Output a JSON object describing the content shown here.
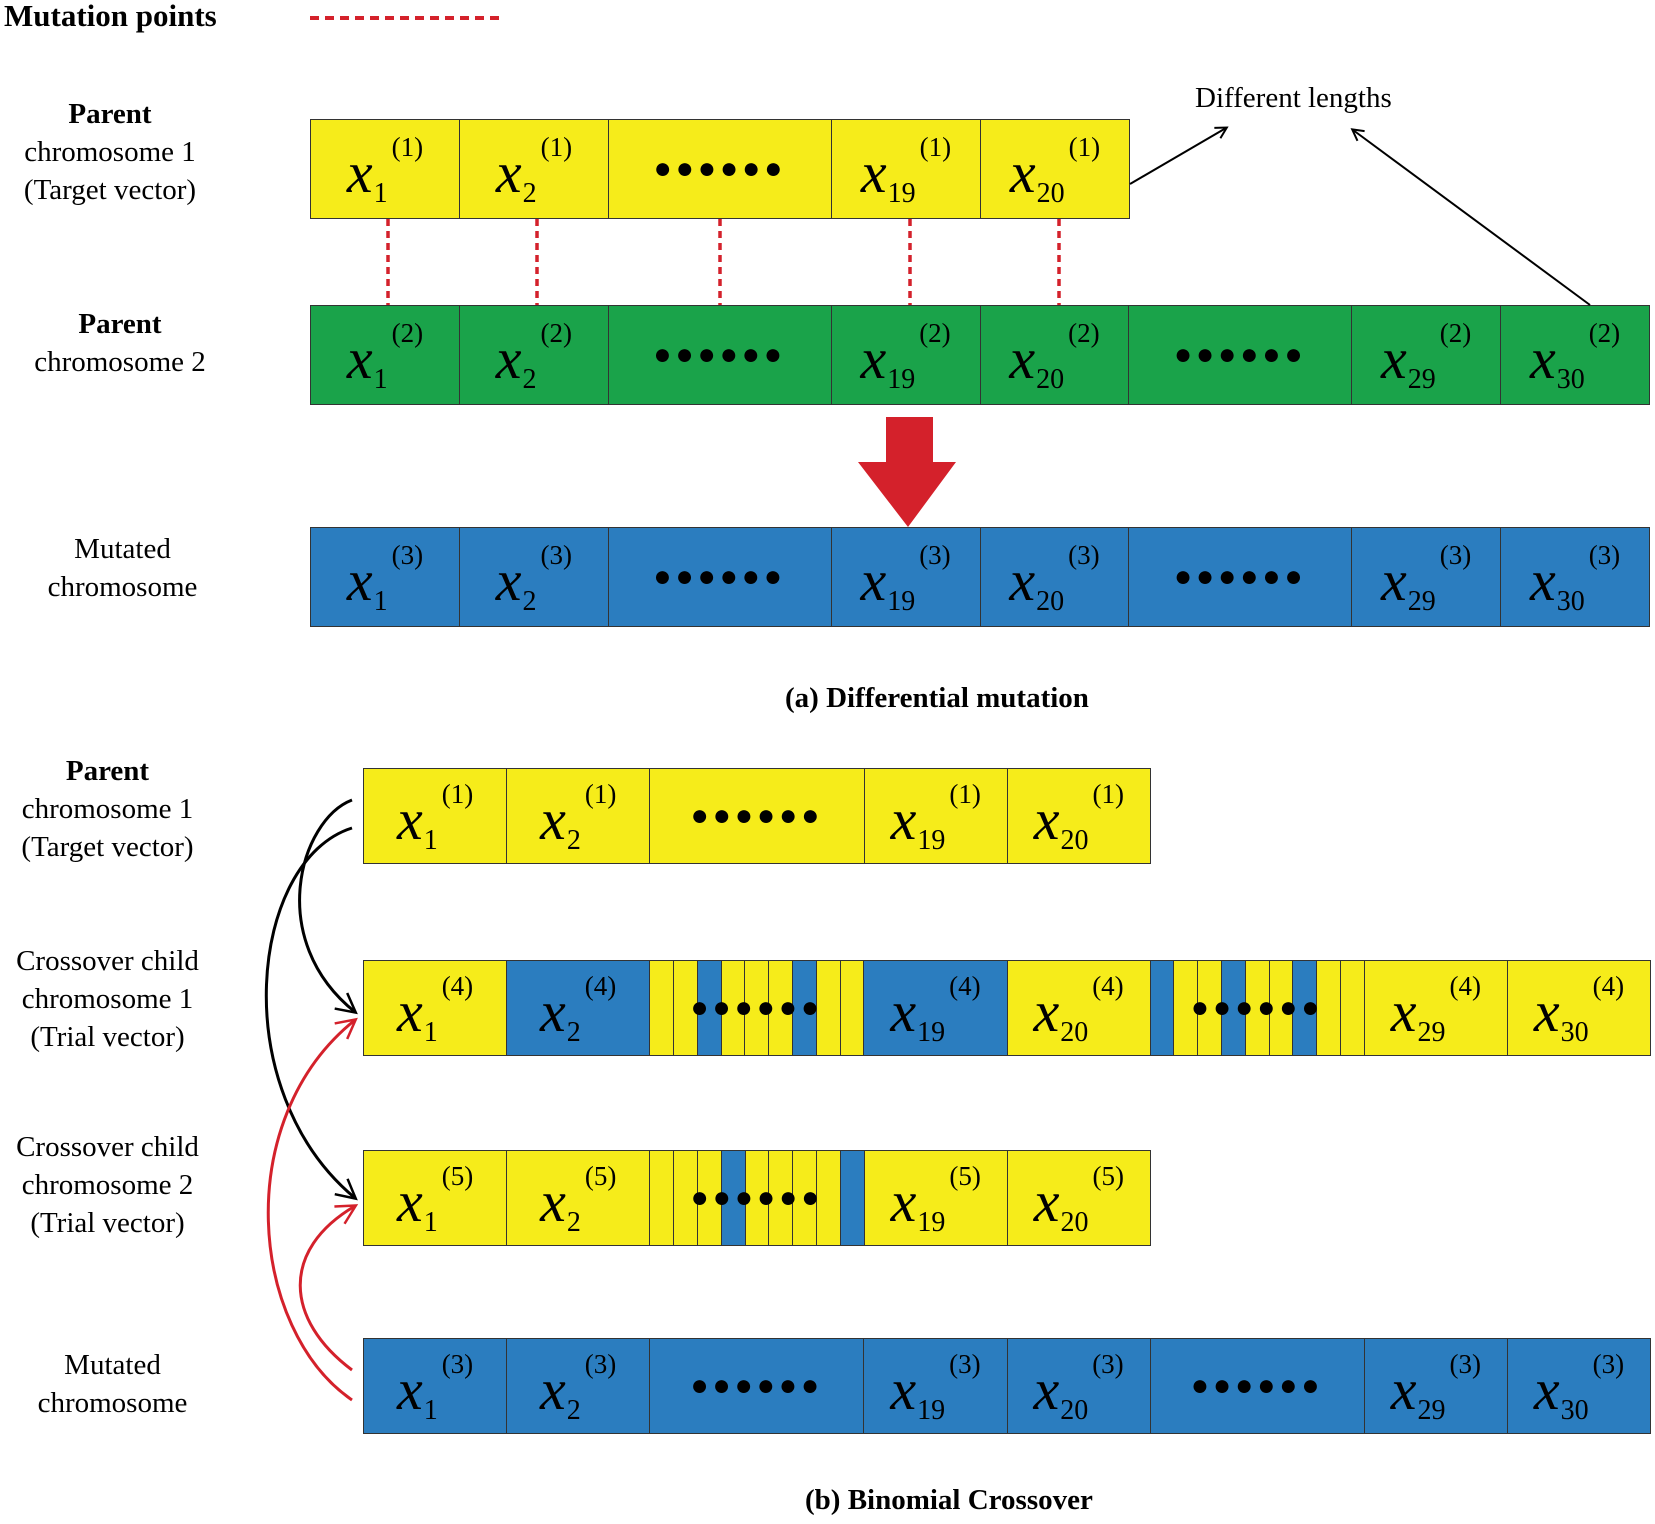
{
  "legend": {
    "mutation_points_label": "Mutation points"
  },
  "colors": {
    "yellow": "#f6ec1a",
    "green": "#1aa34a",
    "blue": "#2b7dbf",
    "red_dashed": "#d4212b",
    "red_arrow": "#d4212b"
  },
  "section_a": {
    "caption": "(a) Differential mutation",
    "annotation": "Different lengths",
    "labels": {
      "parent1": [
        "Parent",
        "chromosome 1",
        "(Target vector)"
      ],
      "parent2": [
        "Parent",
        "chromosome 2"
      ],
      "mutated": [
        "Mutated",
        "chromosome"
      ]
    },
    "rows": {
      "parent1": {
        "color": "yellow",
        "cells": [
          {
            "sub": "1",
            "sup": "(1)"
          },
          {
            "sub": "2",
            "sup": "(1)"
          },
          {
            "dots": "●●●●●●"
          },
          {
            "sub": "19",
            "sup": "(1)"
          },
          {
            "sub": "20",
            "sup": "(1)"
          }
        ]
      },
      "parent2": {
        "color": "green",
        "cells": [
          {
            "sub": "1",
            "sup": "(2)"
          },
          {
            "sub": "2",
            "sup": "(2)"
          },
          {
            "dots": "●●●●●●"
          },
          {
            "sub": "19",
            "sup": "(2)"
          },
          {
            "sub": "20",
            "sup": "(2)"
          },
          {
            "dots": "●●●●●●"
          },
          {
            "sub": "29",
            "sup": "(2)"
          },
          {
            "sub": "30",
            "sup": "(2)"
          }
        ]
      },
      "mutated": {
        "color": "blue",
        "cells": [
          {
            "sub": "1",
            "sup": "(3)"
          },
          {
            "sub": "2",
            "sup": "(3)"
          },
          {
            "dots": "●●●●●●"
          },
          {
            "sub": "19",
            "sup": "(3)"
          },
          {
            "sub": "20",
            "sup": "(3)"
          },
          {
            "dots": "●●●●●●"
          },
          {
            "sub": "29",
            "sup": "(3)"
          },
          {
            "sub": "30",
            "sup": "(3)"
          }
        ]
      }
    }
  },
  "section_b": {
    "caption": "(b) Binomial Crossover",
    "labels": {
      "parent1": [
        "Parent",
        "chromosome 1",
        "(Target vector)"
      ],
      "child1": [
        "Crossover child",
        "chromosome 1",
        "(Trial vector)"
      ],
      "child2": [
        "Crossover child",
        "chromosome 2",
        "(Trial vector)"
      ],
      "mutated": [
        "Mutated",
        "chromosome"
      ]
    },
    "rows": {
      "parent1": {
        "color": "yellow",
        "cells": [
          {
            "sub": "1",
            "sup": "(1)"
          },
          {
            "sub": "2",
            "sup": "(1)"
          },
          {
            "dots": "●●●●●●"
          },
          {
            "sub": "19",
            "sup": "(1)"
          },
          {
            "sub": "20",
            "sup": "(1)"
          }
        ]
      },
      "child1": {
        "color": "yellow",
        "cells": [
          {
            "sub": "1",
            "sup": "(4)",
            "color": "yellow"
          },
          {
            "sub": "2",
            "sup": "(4)",
            "color": "blue"
          },
          {
            "dots": "●●●●●●",
            "stripes": [
              "yellow",
              "yellow",
              "blue",
              "yellow",
              "yellow",
              "yellow",
              "blue",
              "yellow",
              "yellow"
            ]
          },
          {
            "sub": "19",
            "sup": "(4)",
            "color": "blue"
          },
          {
            "sub": "20",
            "sup": "(4)",
            "color": "yellow"
          },
          {
            "dots": "●●●●●●",
            "stripes": [
              "blue",
              "yellow",
              "yellow",
              "blue",
              "yellow",
              "yellow",
              "blue",
              "yellow",
              "yellow"
            ]
          },
          {
            "sub": "29",
            "sup": "(4)",
            "color": "yellow"
          },
          {
            "sub": "30",
            "sup": "(4)",
            "color": "yellow"
          }
        ]
      },
      "child2": {
        "color": "yellow",
        "cells": [
          {
            "sub": "1",
            "sup": "(5)",
            "color": "yellow"
          },
          {
            "sub": "2",
            "sup": "(5)",
            "color": "yellow"
          },
          {
            "dots": "●●●●●●",
            "stripes": [
              "yellow",
              "yellow",
              "yellow",
              "blue",
              "yellow",
              "yellow",
              "yellow",
              "yellow",
              "blue"
            ]
          },
          {
            "sub": "19",
            "sup": "(5)",
            "color": "yellow"
          },
          {
            "sub": "20",
            "sup": "(5)",
            "color": "yellow"
          }
        ]
      },
      "mutated": {
        "color": "blue",
        "cells": [
          {
            "sub": "1",
            "sup": "(3)"
          },
          {
            "sub": "2",
            "sup": "(3)"
          },
          {
            "dots": "●●●●●●"
          },
          {
            "sub": "19",
            "sup": "(3)"
          },
          {
            "sub": "20",
            "sup": "(3)"
          },
          {
            "dots": "●●●●●●"
          },
          {
            "sub": "29",
            "sup": "(3)"
          },
          {
            "sub": "30",
            "sup": "(3)"
          }
        ]
      }
    }
  }
}
